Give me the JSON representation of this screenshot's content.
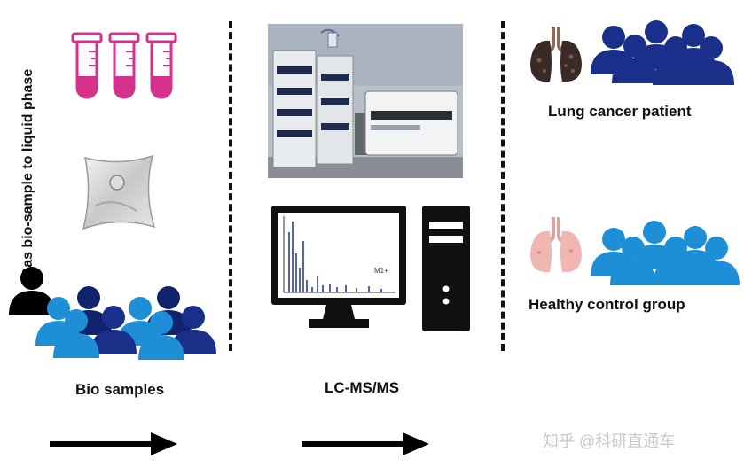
{
  "left_panel": {
    "vertical_label": "Gas bio-sample to liquid phase",
    "caption": "Bio samples"
  },
  "middle_panel": {
    "caption": "LC-MS/MS",
    "spectrum_annotation": "M1+"
  },
  "right_panel": {
    "group_1_label": "Lung cancer patient",
    "group_2_label": "Healthy control group"
  },
  "watermark": "知乎 @科研直通车",
  "colors": {
    "tube_magenta": "#d6318c",
    "patient_navy": "#1a2f8a",
    "control_blue": "#1e8fd6",
    "dark_blue": "#12236e",
    "black": "#111111"
  },
  "icons": [
    "test-tube-icon",
    "gas-bag-icon",
    "people-group-icon",
    "lcms-instrument-photo",
    "computer-monitor-icon",
    "pc-tower-icon",
    "diseased-lung-icon",
    "healthy-lung-icon",
    "arrow-right-icon"
  ]
}
